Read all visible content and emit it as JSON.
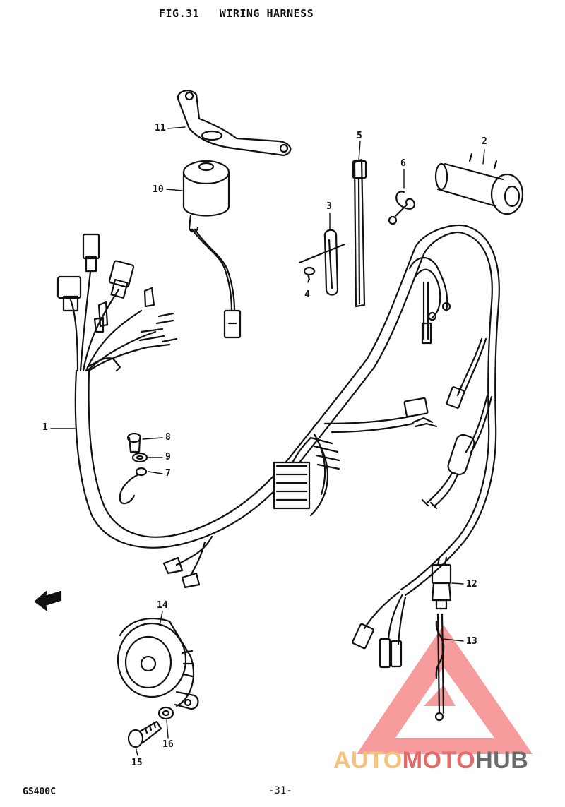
{
  "header": {
    "figure_title": "FIG.31   WIRING HARNESS"
  },
  "footer": {
    "model": "GS400C",
    "page": "-31-"
  },
  "callouts": [
    "1",
    "2",
    "3",
    "4",
    "5",
    "6",
    "7",
    "8",
    "9",
    "10",
    "11",
    "12",
    "13",
    "14",
    "15",
    "16"
  ],
  "watermark": {
    "part_a": "AUTO",
    "part_b": "MOTO",
    "part_c": "HUB",
    "colors": {
      "a": "#f6c178",
      "b": "#e46a6a",
      "c": "#6a6a6a",
      "triangle": "#f08080"
    }
  },
  "colors": {
    "ink": "#111111",
    "paper": "#ffffff"
  }
}
